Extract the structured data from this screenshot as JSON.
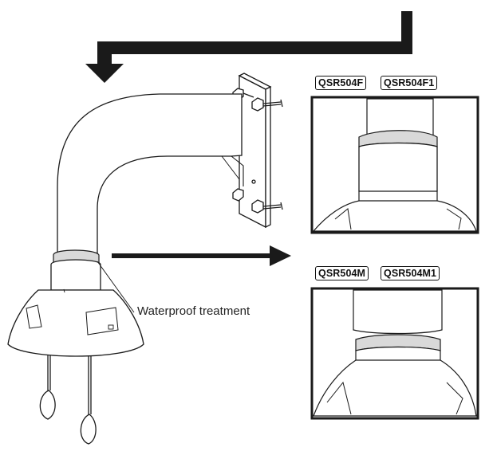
{
  "models": {
    "top_a": "QSR504F",
    "top_b": "QSR504F1",
    "bottom_a": "QSR504M",
    "bottom_b": "QSR504M1"
  },
  "callout": {
    "waterproof": "Waterproof treatment"
  },
  "colors": {
    "line": "#1a1a1a",
    "tape": "#e0e0e0",
    "background": "#ffffff"
  }
}
